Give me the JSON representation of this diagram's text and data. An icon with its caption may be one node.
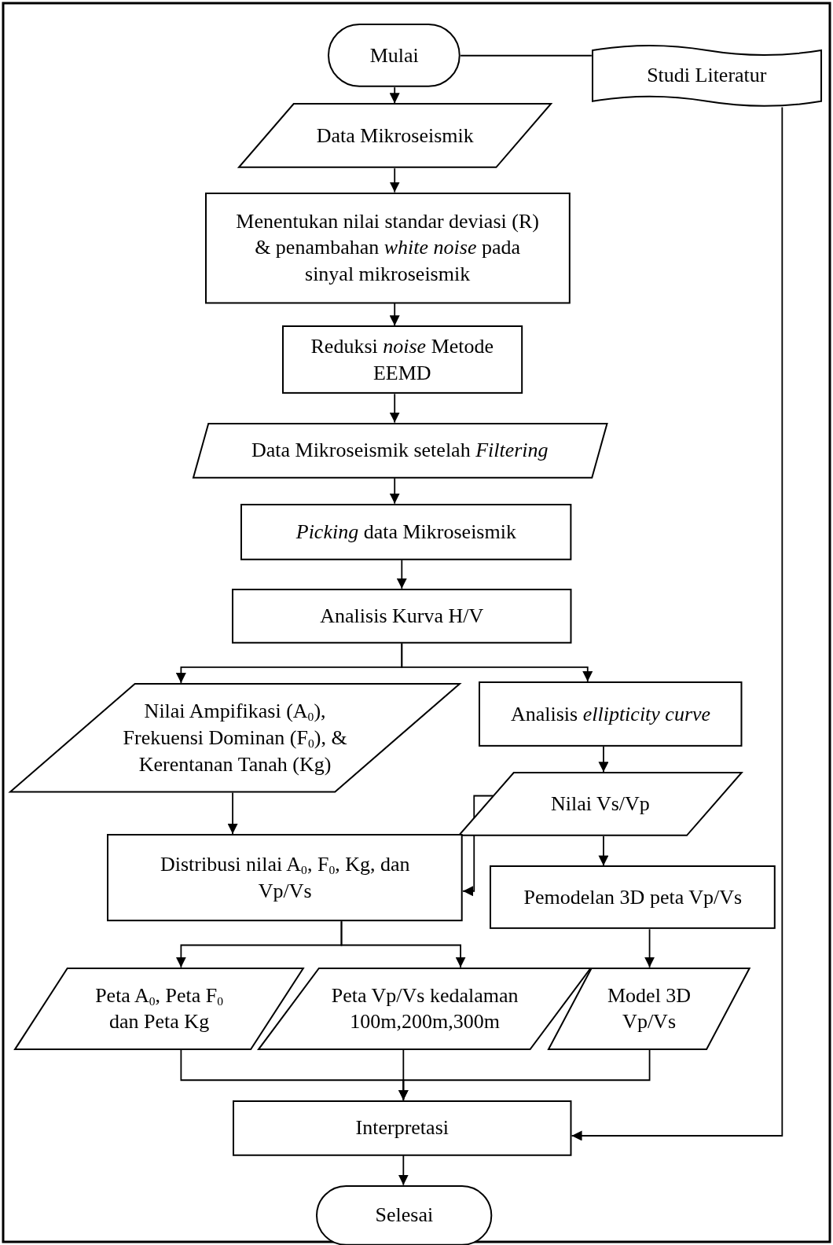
{
  "diagram": {
    "nodes": [
      {
        "text": [
          "Mulai"
        ]
      },
      {
        "text": [
          "Studi Literatur"
        ]
      },
      {
        "text": [
          "Data Mikroseismik"
        ]
      },
      {
        "text": [
          "Menentukan nilai standar deviasi (R) & penambahan *white noise* pada sinyal mikroseismik"
        ]
      },
      {
        "text": [
          "Reduksi *noise* Metode EEMD"
        ]
      },
      {
        "text": [
          "Data Mikroseismik setelah *Filtering*"
        ]
      },
      {
        "text": [
          "*Picking* data Mikroseismik"
        ]
      },
      {
        "text": [
          "Analisis Kurva H/V"
        ]
      },
      {
        "text": [
          "Nilai Ampifikasi (A$_{0}$), Frekuensi Dominan (F$_{0}$), & Kerentanan Tanah (Kg)"
        ]
      },
      {
        "text": [
          "Analisis *ellipticity curve*"
        ]
      },
      {
        "text": [
          "Nilai Vs/Vp"
        ]
      },
      {
        "text": [
          "Distribusi nilai A$_{0}$, F$_{0}$, Kg, dan Vp/Vs"
        ]
      },
      {
        "text": [
          "Pemodelan 3D peta Vp/Vs"
        ]
      },
      {
        "text": [
          "Peta A$_{0}$, Peta F$_{0}$ dan Peta Kg"
        ]
      },
      {
        "text": [
          "Peta Vp/Vs kedalaman 100m,200m,300m"
        ]
      },
      {
        "text": [
          "Model 3D Vp/Vs"
        ]
      },
      {
        "text": [
          "Interpretasi"
        ]
      },
      {
        "text": [
          "Selesai"
        ]
      }
    ],
    "edges": [
      {
        "from": 0,
        "to": 1,
        "arrow": "none"
      },
      {
        "from": 0,
        "to": 2,
        "arrow": "to"
      },
      {
        "from": 2,
        "to": 3,
        "arrow": "to"
      },
      {
        "from": 3,
        "to": 4,
        "arrow": "to"
      },
      {
        "from": 4,
        "to": 5,
        "arrow": "to"
      },
      {
        "from": 5,
        "to": 6,
        "arrow": "to"
      },
      {
        "from": 6,
        "to": 7,
        "arrow": "to"
      },
      {
        "from": 7,
        "to": 8,
        "arrow": "to"
      },
      {
        "from": 7,
        "to": 9,
        "arrow": "to"
      },
      {
        "from": 8,
        "to": 11,
        "arrow": "to"
      },
      {
        "from": 9,
        "to": 10,
        "arrow": "to"
      },
      {
        "from": 10,
        "to": 11,
        "arrow": "to"
      },
      {
        "from": 10,
        "to": 12,
        "arrow": "to"
      },
      {
        "from": 11,
        "to": 13,
        "arrow": "to"
      },
      {
        "from": 11,
        "to": 14,
        "arrow": "to"
      },
      {
        "from": 12,
        "to": 15,
        "arrow": "to"
      },
      {
        "from": 13,
        "to": 16,
        "arrow": "to"
      },
      {
        "from": 14,
        "to": 16,
        "arrow": "to"
      },
      {
        "from": 15,
        "to": 16,
        "arrow": "to"
      },
      {
        "from": 1,
        "to": 16,
        "arrow": "to"
      },
      {
        "from": 16,
        "to": 17,
        "arrow": "to"
      }
    ]
  }
}
